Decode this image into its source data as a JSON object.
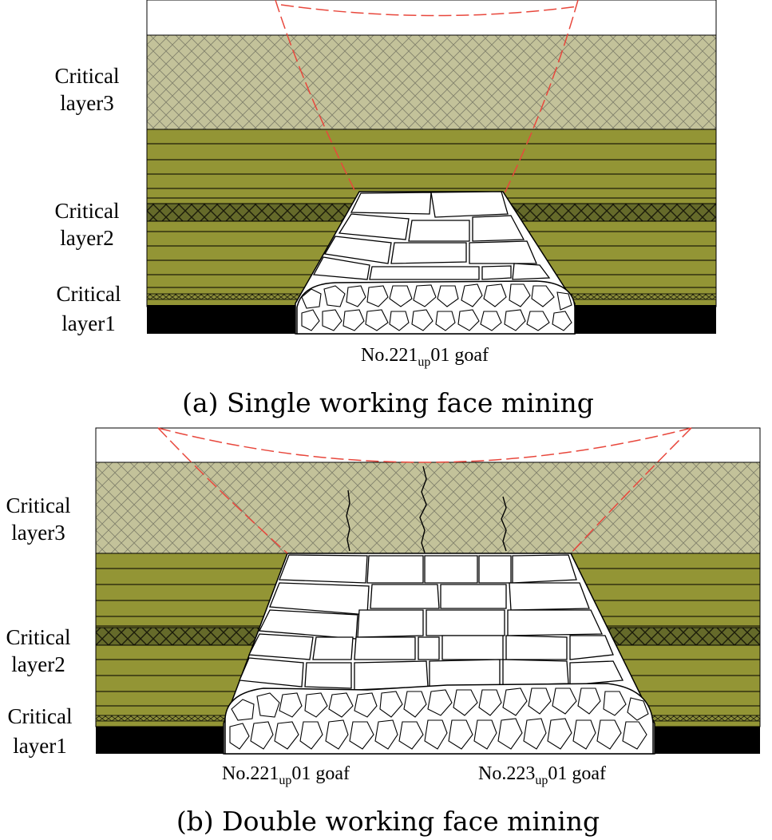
{
  "colors": {
    "sandstone": "#c3c29a",
    "mudstone": "#939535",
    "thin_layer": "#656a2a",
    "coal": "#000000",
    "fracture_line": "#e8473c",
    "outline": "#000000"
  },
  "panels": [
    {
      "caption": "(a) Single working face mining",
      "layers": [
        {
          "name": "Critical",
          "line2": "layer3"
        },
        {
          "name": "Critical",
          "line2": "layer2"
        },
        {
          "name": "Critical",
          "line2": "layer1"
        }
      ],
      "goafs": [
        {
          "pre": "No.221",
          "sub": "up",
          "post": "01 goaf"
        }
      ]
    },
    {
      "caption": "(b) Double working face mining",
      "layers": [
        {
          "name": "Critical",
          "line2": "layer3"
        },
        {
          "name": "Critical",
          "line2": "layer2"
        },
        {
          "name": "Critical",
          "line2": "layer1"
        }
      ],
      "goafs": [
        {
          "pre": "No.221",
          "sub": "up",
          "post": "01 goaf"
        },
        {
          "pre": "No.223",
          "sub": "up",
          "post": "01 goaf"
        }
      ]
    }
  ]
}
